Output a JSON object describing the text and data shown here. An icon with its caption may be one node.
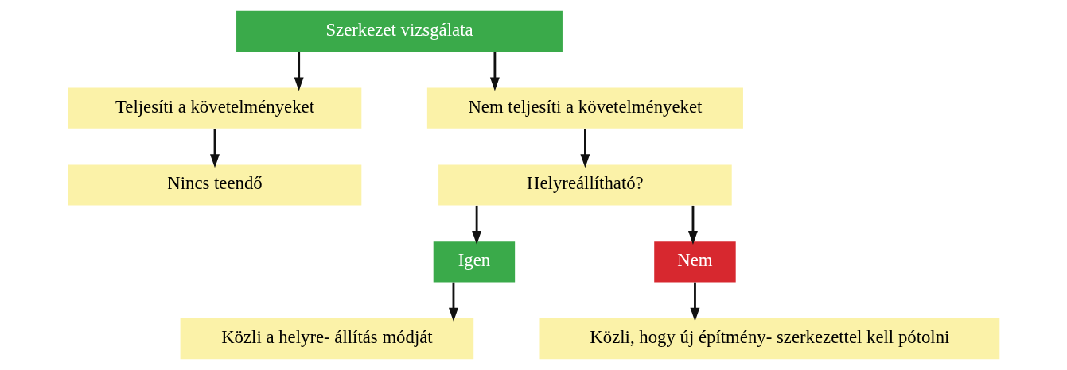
{
  "diagram": {
    "nodes": [
      {
        "text": [
          "Szerkezet vizsgálata"
        ]
      },
      {
        "text": [
          "Teljesíti a követelményeket"
        ]
      },
      {
        "text": [
          "Nincs teendő"
        ]
      },
      {
        "text": [
          "Nem teljesíti a követelményeket"
        ]
      },
      {
        "text": [
          "Helyreállítható?"
        ]
      },
      {
        "text": [
          "Igen"
        ]
      },
      {
        "text": [
          "Nem"
        ]
      },
      {
        "text": [
          "Közli a helyre- állítás módját"
        ]
      },
      {
        "text": [
          "Közli, hogy új építmény- szerkezettel kell pótolni"
        ]
      }
    ],
    "edges": [
      {
        "from": 0,
        "to": 1,
        "arrow": "to"
      },
      {
        "from": 0,
        "to": 3,
        "arrow": "to"
      },
      {
        "from": 1,
        "to": 2,
        "arrow": "to"
      },
      {
        "from": 3,
        "to": 4,
        "arrow": "to"
      },
      {
        "from": 4,
        "to": 5,
        "arrow": "to"
      },
      {
        "from": 4,
        "to": 6,
        "arrow": "to"
      },
      {
        "from": 5,
        "to": 7,
        "arrow": "to"
      },
      {
        "from": 6,
        "to": 8,
        "arrow": "to"
      }
    ]
  }
}
